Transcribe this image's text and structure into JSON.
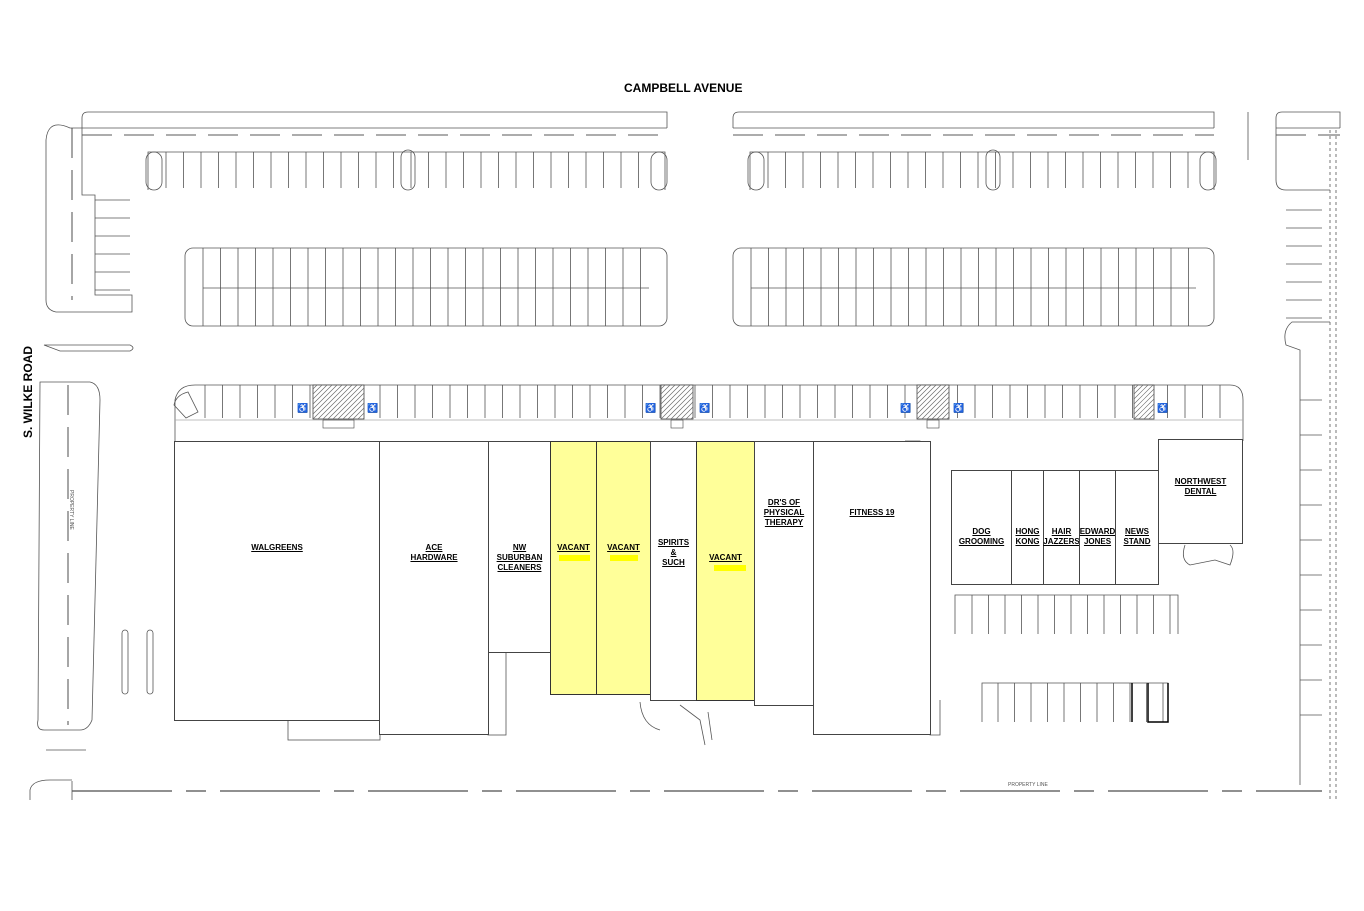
{
  "streets": {
    "north": "CAMPBELL AVENUE",
    "west": "S. WILKE ROAD"
  },
  "property_line_label": "PROPERTY LINE",
  "colors": {
    "vacant_fill": "#ffff99",
    "vacant_highlight": "#ffff00",
    "line": "#333333"
  },
  "tenants": [
    {
      "name": "WALGREENS",
      "status": "occupied"
    },
    {
      "name": "ACE\nHARDWARE",
      "status": "occupied"
    },
    {
      "name": "NW\nSUBURBAN\nCLEANERS",
      "status": "occupied"
    },
    {
      "name": "VACANT",
      "status": "vacant"
    },
    {
      "name": "VACANT",
      "status": "vacant"
    },
    {
      "name": "SPIRITS &\nSUCH",
      "status": "occupied"
    },
    {
      "name": "VACANT",
      "status": "vacant"
    },
    {
      "name": "DR'S OF\nPHYSICAL\nTHERAPY",
      "status": "occupied"
    },
    {
      "name": "FITNESS 19",
      "status": "occupied"
    },
    {
      "name": "DOG\nGROOMING",
      "status": "occupied"
    },
    {
      "name": "HONG\nKONG",
      "status": "occupied"
    },
    {
      "name": "HAIR\nJAZZERS",
      "status": "occupied"
    },
    {
      "name": "EDWARD\nJONES",
      "status": "occupied"
    },
    {
      "name": "NEWS\nSTAND",
      "status": "occupied"
    },
    {
      "name": "NORTHWEST\nDENTAL",
      "status": "occupied"
    }
  ],
  "icons": {
    "accessible_parking": "wheelchair-icon",
    "entry_doors": "door-swing-icon"
  }
}
